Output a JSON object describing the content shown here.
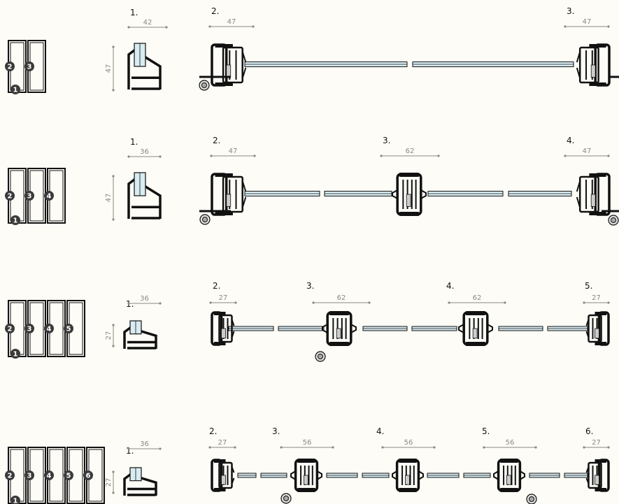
{
  "rows": [
    {
      "badges": [
        "2",
        "3",
        "1"
      ],
      "frame": {
        "label": "1.",
        "width": "42",
        "height": "47"
      },
      "sections": [
        {
          "label": "2.",
          "dim": "47"
        },
        {
          "label": "3.",
          "dim": "47"
        }
      ]
    },
    {
      "badges": [
        "2",
        "3",
        "4",
        "1"
      ],
      "frame": {
        "label": "1.",
        "width": "36",
        "height": "47"
      },
      "sections": [
        {
          "label": "2.",
          "dim": "47"
        },
        {
          "label": "3.",
          "dim": "62"
        },
        {
          "label": "4.",
          "dim": "47"
        }
      ]
    },
    {
      "badges": [
        "2",
        "3",
        "4",
        "5",
        "1"
      ],
      "frame": {
        "label": "1.",
        "width": "36",
        "height": "27"
      },
      "sections": [
        {
          "label": "2.",
          "dim": "27"
        },
        {
          "label": "3.",
          "dim": "62"
        },
        {
          "label": "4.",
          "dim": "62"
        },
        {
          "label": "5.",
          "dim": "27"
        }
      ]
    },
    {
      "badges": [
        "2",
        "3",
        "4",
        "5",
        "6",
        "1"
      ],
      "frame": {
        "label": "1.",
        "width": "36",
        "height": "27"
      },
      "sections": [
        {
          "label": "2.",
          "dim": "27"
        },
        {
          "label": "3.",
          "dim": "56"
        },
        {
          "label": "4.",
          "dim": "56"
        },
        {
          "label": "5.",
          "dim": "56"
        },
        {
          "label": "6.",
          "dim": "27"
        }
      ]
    }
  ],
  "colors": {
    "glass": "#d8ecf2",
    "ink": "#111111",
    "dim": "#8a8a80",
    "badge": "#3a3a3a",
    "bg": "#fdfcf6"
  }
}
